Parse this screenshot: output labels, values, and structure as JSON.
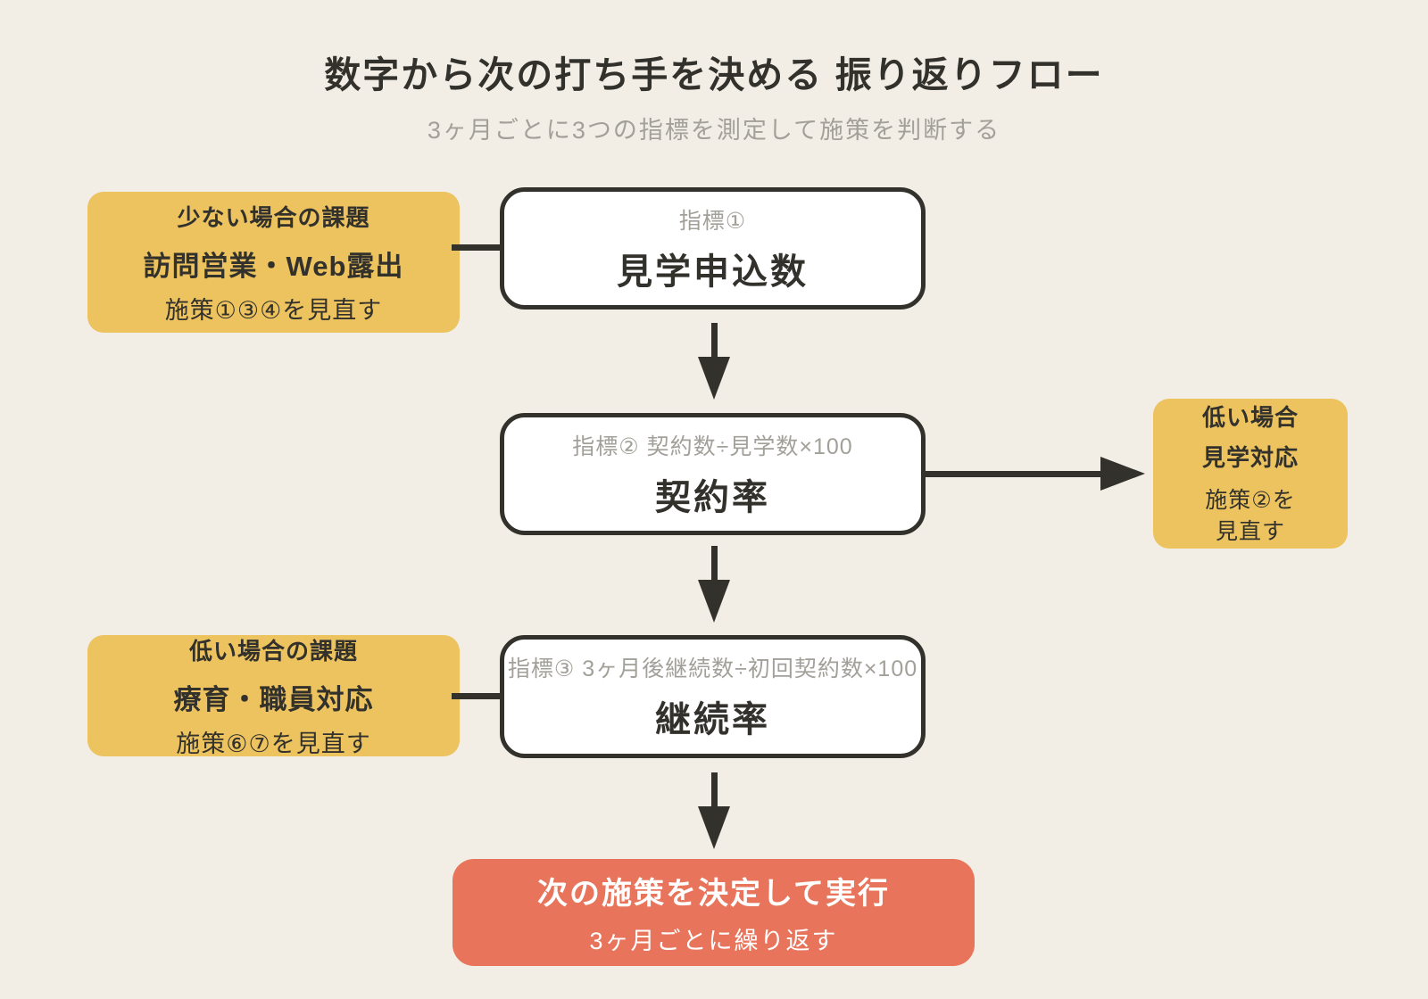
{
  "header": {
    "title": "数字から次の打ち手を決める 振り返りフロー",
    "subtitle": "3ヶ月ごとに3つの指標を測定して施策を判断する"
  },
  "metrics": [
    {
      "label": "指標①",
      "name": "見学申込数"
    },
    {
      "label": "指標② 契約数÷見学数×100",
      "name": "契約率"
    },
    {
      "label": "指標③ 3ヶ月後継続数÷初回契約数×100",
      "name": "継続率"
    }
  ],
  "callouts": {
    "low_applications": {
      "heading": "少ない場合の課題",
      "focus": "訪問営業・Web露出",
      "action": "施策①③④を見直す"
    },
    "low_contract_rate": {
      "heading": "低い場合",
      "focus": "見学対応",
      "action_lines": [
        "施策②を",
        "見直す"
      ]
    },
    "low_retention": {
      "heading": "低い場合の課題",
      "focus": "療育・職員対応",
      "action": "施策⑥⑦を見直す"
    }
  },
  "final_step": {
    "title": "次の施策を決定して実行",
    "subtitle": "3ヶ月ごとに繰り返す"
  },
  "colors": {
    "background": "#f2eee5",
    "ink": "#33312c",
    "muted_text": "#a2a099",
    "node_fill": "#ffffff",
    "callout_fill": "#ecc35f",
    "final_fill": "#e7745b",
    "final_text": "#ffffff"
  }
}
